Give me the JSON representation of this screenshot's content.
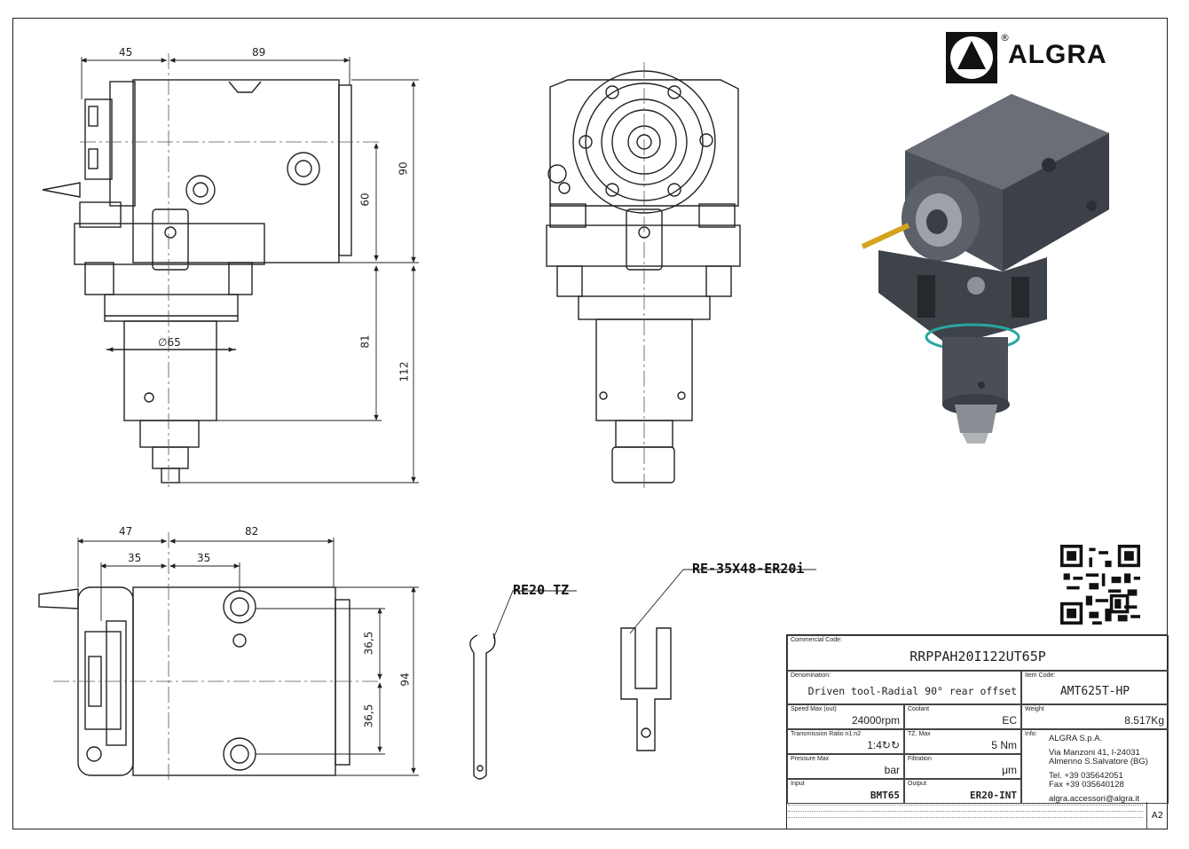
{
  "brand": {
    "name": "ALGRA",
    "registered": "®"
  },
  "dimensions": {
    "top_view": {
      "width_left": "45",
      "width_right": "89",
      "height_total": "90",
      "height_upper": "60",
      "height_lower": "81",
      "height_overall": "112",
      "shank_diameter": "∅65"
    },
    "bottom_view": {
      "width_left": "47",
      "width_right": "82",
      "offset_left": "35",
      "offset_right": "35",
      "half_upper": "36,5",
      "half_lower": "36,5",
      "height_total": "94"
    }
  },
  "callouts": {
    "wrench": "RE20 TZ",
    "key": "RE-35X48-ER20i"
  },
  "title_block": {
    "commercial_code": {
      "caption": "Commercial Code:",
      "value": "RRPPAH20I122UT65P"
    },
    "denomination": {
      "caption": "Denomination:",
      "value": "Driven tool-Radial 90° rear offset"
    },
    "item_code": {
      "caption": "Item Code:",
      "value": "AMT625T-HP"
    },
    "speed": {
      "caption": "Speed Max (out)",
      "value": "24000rpm"
    },
    "coolant": {
      "caption": "Coolant",
      "value": "EC"
    },
    "weight": {
      "caption": "Weight",
      "value": "8.517Kg"
    },
    "ratio": {
      "caption": "Transmission Ratio n1:n2",
      "value": "1:4↻↻"
    },
    "torque": {
      "caption": "TZ. Max",
      "value": "5",
      "unit": "Nm"
    },
    "info": {
      "caption": "Info:"
    },
    "pressure": {
      "caption": "Pressure Max",
      "value": "bar"
    },
    "filtration": {
      "caption": "Filtration",
      "value": "μm"
    },
    "input": {
      "caption": "Input",
      "value": "BMT65"
    },
    "output": {
      "caption": "Output",
      "value": "ER20-INT"
    },
    "company": {
      "name": "ALGRA S.p.A.",
      "address1": "Via Manzoni 41, I-24031",
      "address2": "Almenno S.Salvatore (BG)",
      "tel": "Tel. +39 035642051",
      "fax": "Fax +39 035640128",
      "email": "algra.accessori@algra.it"
    },
    "sheet_size": "A2"
  }
}
